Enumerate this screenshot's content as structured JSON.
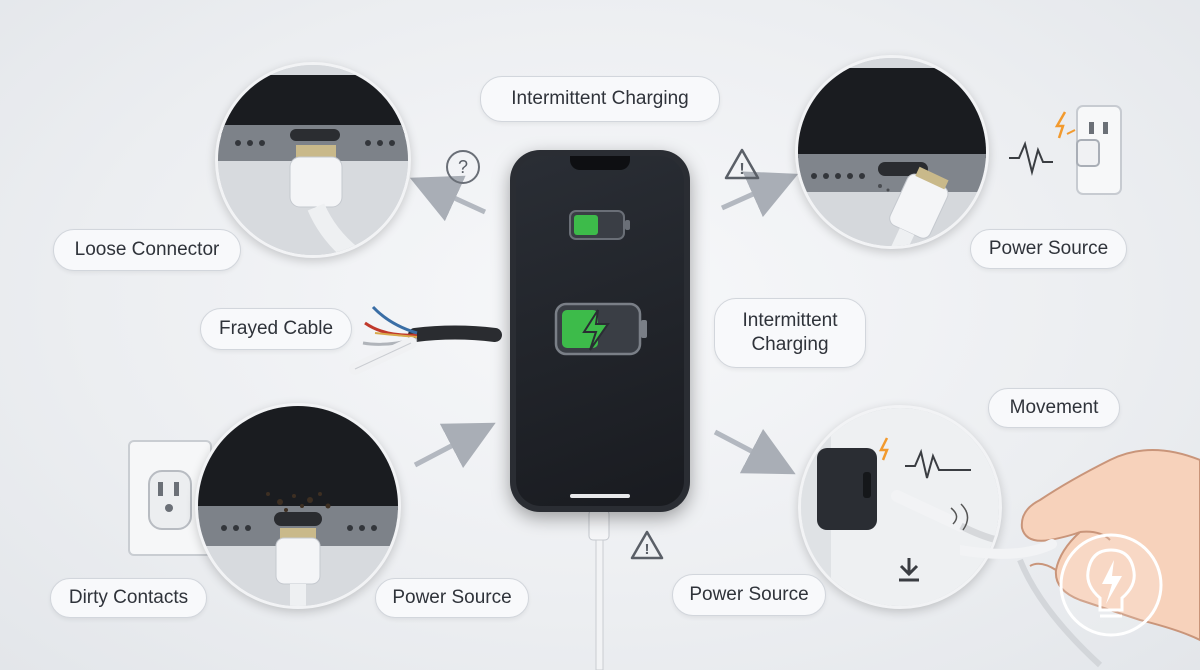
{
  "labels": {
    "intermittent_top": "Intermittent Charging",
    "loose_connector": "Loose Connector",
    "power_source_top_right": "Power Source",
    "frayed_cable": "Frayed Cable",
    "intermittent_mid": "Intermittent\nCharging",
    "movement": "Movement",
    "dirty_contacts": "Dirty Contacts",
    "power_source_bottom_left": "Power Source",
    "power_source_bottom_mid": "Power Source"
  },
  "icons": {
    "question": "?",
    "warning": "!"
  },
  "colors": {
    "battery_green": "#3dbb4a",
    "bolt_orange": "#f29a2e",
    "phone_body": "#1f2227"
  }
}
